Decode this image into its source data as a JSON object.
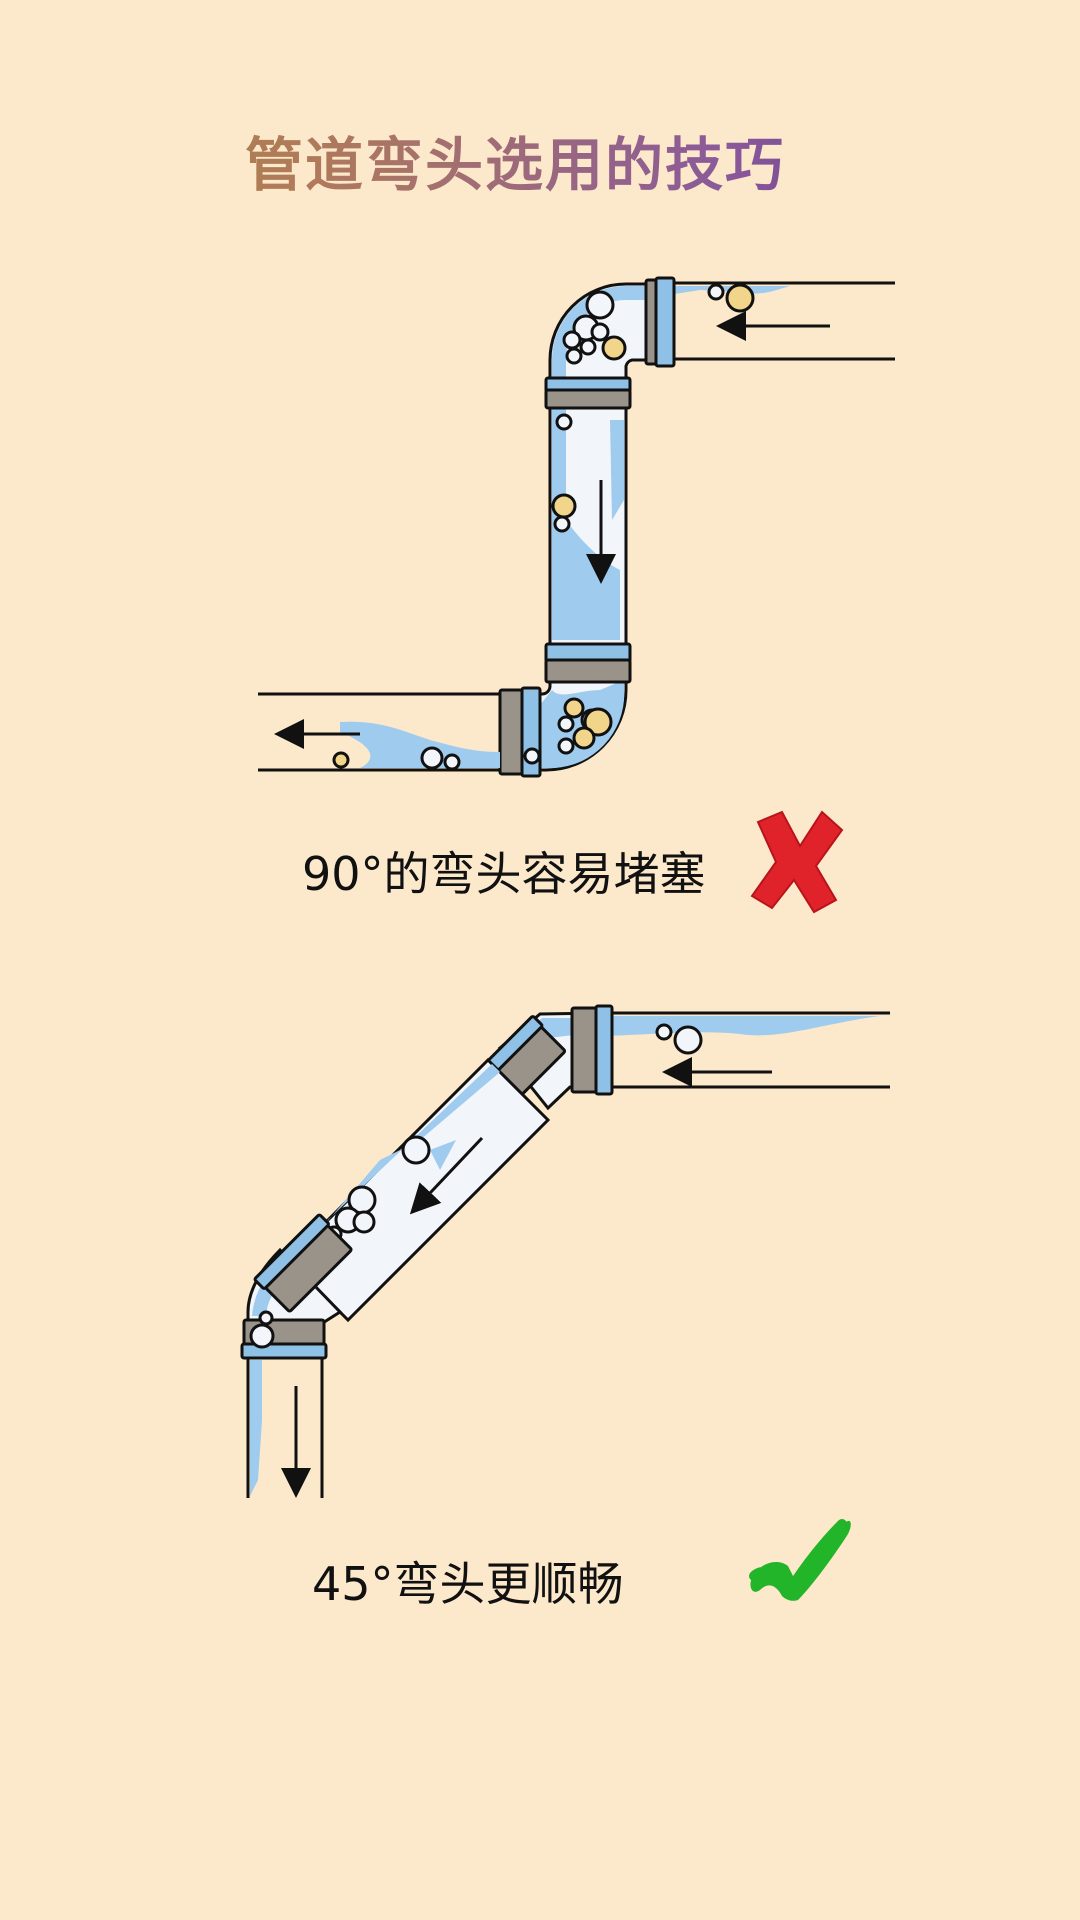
{
  "title": "管道弯头选用的技巧",
  "bad_example": {
    "caption": "90°的弯头容易堵塞",
    "verdict_icon": "red-cross"
  },
  "good_example": {
    "caption": "45°弯头更顺畅",
    "verdict_icon": "green-check"
  },
  "colors": {
    "background": "#fce8cb",
    "pipe_body": "#f2f5fa",
    "water": "#9ecbee",
    "coupling": "#9a938a",
    "ring": "#8fc0e6",
    "debris": "#f1d58a",
    "cross": "#e0232a",
    "check": "#22b429"
  }
}
